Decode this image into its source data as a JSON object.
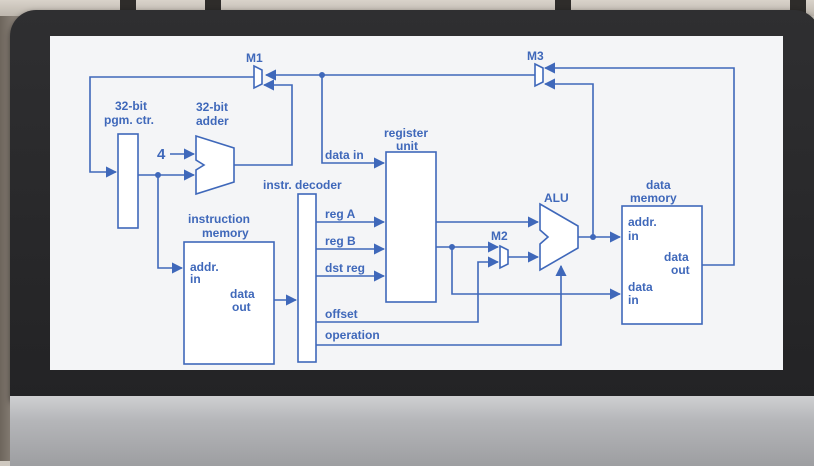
{
  "diagram": {
    "muxes": {
      "m1": "M1",
      "m2": "M2",
      "m3": "M3"
    },
    "pc": {
      "line1": "32-bit",
      "line2": "pgm. ctr."
    },
    "adder": {
      "line1": "32-bit",
      "line2": "adder",
      "constant": "4"
    },
    "register_unit": {
      "line1": "register",
      "line2": "unit",
      "data_in": "data in"
    },
    "decoder": {
      "title": "instr. decoder",
      "reg_a": "reg A",
      "reg_b": "reg B",
      "dst_reg": "dst reg",
      "offset": "offset",
      "operation": "operation"
    },
    "instruction_memory": {
      "line1": "instruction",
      "line2": "memory",
      "addr1": "addr.",
      "addr2": "in",
      "out1": "data",
      "out2": "out"
    },
    "alu": {
      "label": "ALU"
    },
    "data_memory": {
      "line1": "data",
      "line2": "memory",
      "addr1": "addr.",
      "addr2": "in",
      "out1": "data",
      "out2": "out",
      "in1": "data",
      "in2": "in"
    }
  }
}
